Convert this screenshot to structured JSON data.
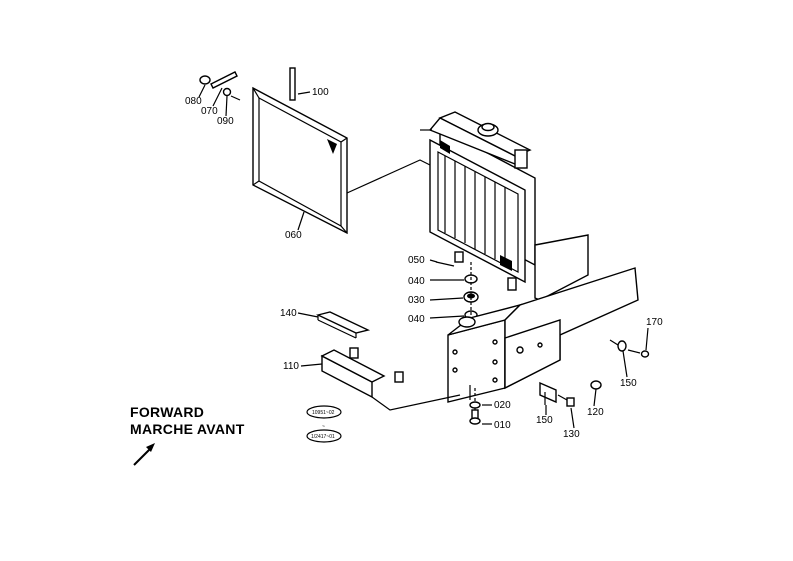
{
  "direction": {
    "line1": "FORWARD",
    "line2": "MARCHE AVANT"
  },
  "serial_badges": {
    "top": "10951~02",
    "separator": "~",
    "bottom": "1/2417~01"
  },
  "callouts": {
    "p010": "010",
    "p020": "020",
    "p030": "030",
    "p040a": "040",
    "p040b": "040",
    "p050": "050",
    "p060": "060",
    "p070": "070",
    "p080": "080",
    "p090": "090",
    "p100": "100",
    "p110": "110",
    "p120": "120",
    "p130": "130",
    "p140": "140",
    "p150a": "150",
    "p150b": "150",
    "p170": "170"
  }
}
